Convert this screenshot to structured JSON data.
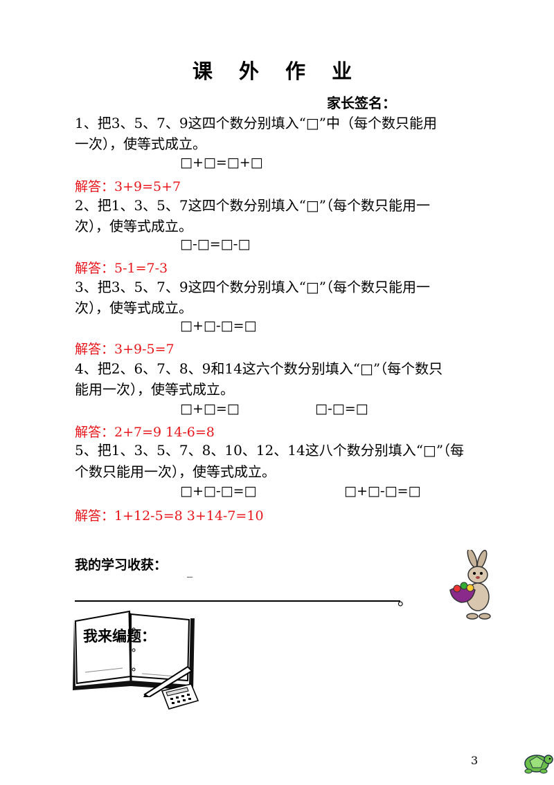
{
  "title": "课 外 作 业",
  "signature_label": "家长签名：",
  "problems": [
    {
      "text": [
        "1、把3、5、7、9这四个数分别填入“□”中（每个数只能用",
        "一次），使等式成立。"
      ],
      "equations": [
        "□+□=□+□"
      ],
      "answer": "解答：3+9=5+7"
    },
    {
      "text": [
        "2、把1、3、5、7这四个数分别填入“□”（每个数只能用一",
        "次），使等式成立。"
      ],
      "equations": [
        "□-□=□-□"
      ],
      "answer": "解答：5-1=7-3"
    },
    {
      "text": [
        "3、把3、5、7、9这四个数分别填入“□”（每个数只能用一",
        "次），使等式成立。"
      ],
      "equations": [
        "□+□-□=□"
      ],
      "answer": "解答：3+9-5=7"
    },
    {
      "text": [
        "4、把2、6、7、8、9和14这六个数分别填入“□”（每个数只",
        "能用一次），使等式成立。"
      ],
      "equations": [
        "□+□=□",
        "□-□=□"
      ],
      "answer": "解答：2+7=9    14-6=8"
    },
    {
      "text": [
        "5、把1、3、5、7、8、10、12、14这八个数分别填入“□”（每",
        "个数只能用一次），使等式成立。"
      ],
      "equations": [
        "□+□-□=□",
        "□+□-□=□"
      ],
      "answer": "解答：1+12-5=8     3+14-7=10"
    }
  ],
  "harvest_label": "我的学习收获：",
  "harvest_blank": "_",
  "harvest_end": "。",
  "notebook_label": "我来编题：",
  "page_number": "3",
  "icons": [
    "rabbit-icon",
    "notebook-icon",
    "pen-icon",
    "calculator-icon",
    "turtle-icon"
  ],
  "colors": {
    "answer": "#e8151a",
    "text": "#000000"
  }
}
